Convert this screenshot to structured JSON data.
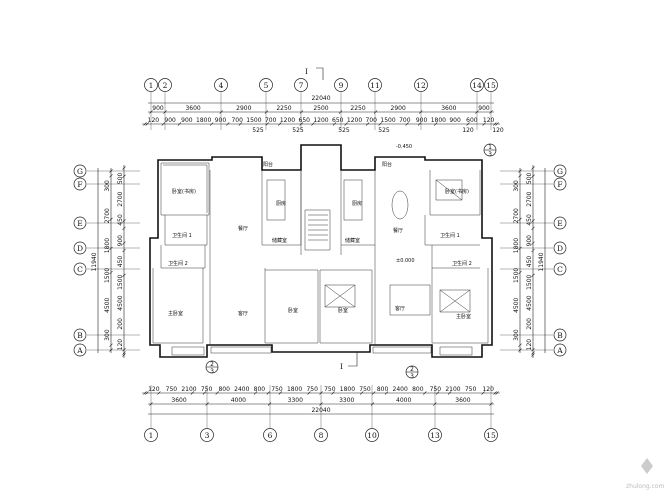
{
  "section_mark": "I",
  "top_axes": [
    "1",
    "2",
    "4",
    "5",
    "7",
    "9",
    "11",
    "12",
    "14",
    "15"
  ],
  "bottom_axes": [
    "1",
    "3",
    "6",
    "8",
    "10",
    "13",
    "15"
  ],
  "rows": [
    "G",
    "F",
    "E",
    "D",
    "C",
    "B",
    "A"
  ],
  "top_total": "22040",
  "top_chain_1": [
    "900",
    "3600",
    "2900",
    "2250",
    "2500",
    "2250",
    "2900",
    "3600",
    "900"
  ],
  "top_chain_2": [
    "120",
    "900",
    "900",
    "1800",
    "900",
    "700",
    "1500",
    "700",
    "1200",
    "650",
    "1200",
    "650",
    "1200",
    "700",
    "1500",
    "700",
    "900",
    "1800",
    "900",
    "600",
    "120"
  ],
  "top_chain_2_sub": [
    "525",
    "525",
    "525",
    "525",
    "120",
    "120"
  ],
  "bottom_chain_1": [
    "120",
    "750",
    "2100",
    "750",
    "800",
    "2400",
    "800",
    "750",
    "1800",
    "750",
    "750",
    "1800",
    "750",
    "800",
    "2400",
    "800",
    "750",
    "2100",
    "750",
    "120"
  ],
  "bottom_chain_2": [
    "3600",
    "4000",
    "3300",
    "3300",
    "4000",
    "3600"
  ],
  "bottom_total": "22040",
  "side_total": "11940",
  "side_chain_1": [
    "300",
    "2700",
    "1800",
    "1500",
    "4500",
    "300"
  ],
  "side_chain_2": [
    "500",
    "2700",
    "450",
    "900",
    "450",
    "1500",
    "4500",
    "200",
    "120"
  ],
  "levels": [
    "-0.450",
    "±0.000"
  ],
  "detail_marks": [
    {
      "num": "2",
      "den": "3"
    },
    {
      "num": "1",
      "den": "3"
    },
    {
      "num": "2",
      "den": "3"
    }
  ],
  "rooms": {
    "left": [
      "阳台",
      "卧室(书房)",
      "餐厅",
      "厨房",
      "卫生间 1",
      "储藏室",
      "卫生间 2",
      "主卧室",
      "客厅",
      "卧室"
    ],
    "right": [
      "阳台",
      "卧室(书房)",
      "餐厅",
      "厨房",
      "卫生间 1",
      "储藏室",
      "卫生间 2",
      "主卧室",
      "客厅",
      "卧室"
    ]
  },
  "watermark": "zhulong.com"
}
